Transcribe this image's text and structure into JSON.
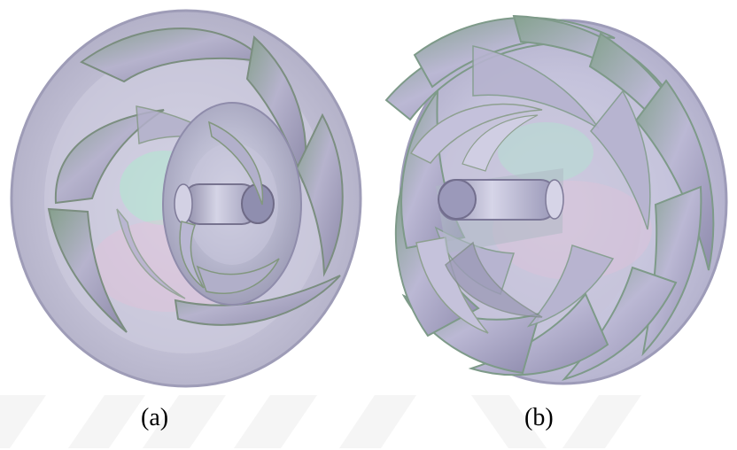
{
  "figures": [
    {
      "label": "(a)",
      "render": "impeller-open-view",
      "colors": {
        "shroud": "#c3c1d6",
        "blade": "#a8a6c4",
        "blade_edge": "#78907f",
        "hub": "#b8b8d0",
        "highlight_green": "#9fe7c7",
        "highlight_pink": "#e5b9d7"
      }
    },
    {
      "label": "(b)",
      "render": "impeller-dense-view",
      "colors": {
        "shroud": "#c4c2db",
        "blade": "#b3b1cf",
        "blade_edge": "#7f9a89",
        "hub": "#babad4",
        "highlight_green": "#9fe5c4",
        "highlight_pink": "#e6bbd8"
      }
    }
  ],
  "watermark": {
    "color": "#f5f5f5"
  }
}
